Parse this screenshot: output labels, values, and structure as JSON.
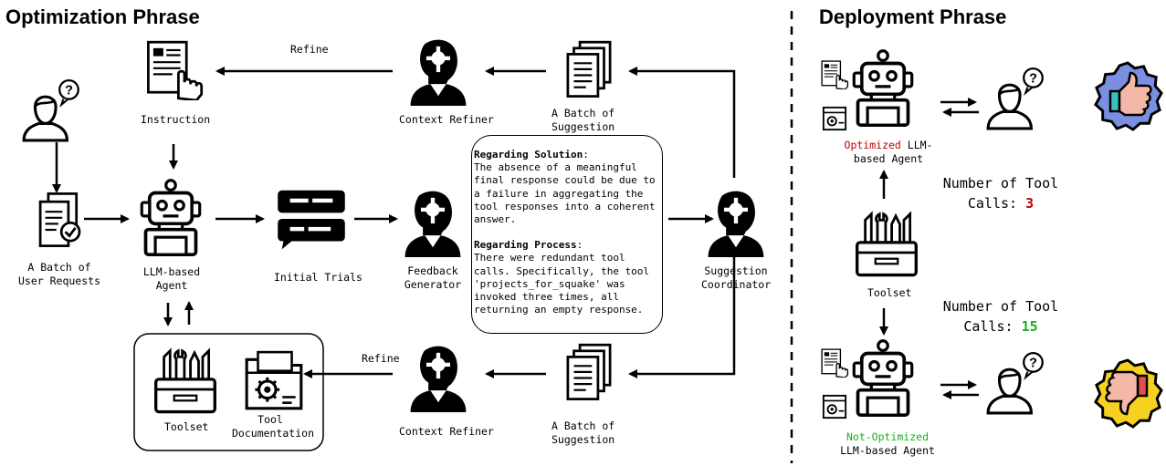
{
  "titles": {
    "optimization": "Optimization Phrase",
    "deployment": "Deployment Phrase"
  },
  "labels": {
    "refine_top": "Refine",
    "refine_bottom": "Refine",
    "instruction": "Instruction",
    "context_refiner_top": "Context Refiner",
    "batch_suggestion_top": [
      "A Batch of",
      "Suggestion"
    ],
    "batch_user_requests": [
      "A Batch of",
      "User Requests"
    ],
    "llm_agent": [
      "LLM-based",
      "Agent"
    ],
    "initial_trials": "Initial Trials",
    "feedback_generator": [
      "Feedback",
      "Generator"
    ],
    "suggestion_coordinator": [
      "Suggestion",
      "Coordinator"
    ],
    "toolset": "Toolset",
    "tool_documentation": [
      "Tool",
      "Documentation"
    ],
    "context_refiner_bottom": "Context Refiner",
    "batch_suggestion_bottom": [
      "A Batch of",
      "Suggestion"
    ]
  },
  "suggestion_text": {
    "solution_heading": "Regarding Solution",
    "solution_body": "The absence of a meaningful final response could be due to a failure in aggregating the tool responses into a coherent answer.",
    "process_heading": "Regarding Process",
    "process_body": "There were redundant tool calls. Specifically, the tool 'projects_for_squake' was invoked three times, all returning an empty response."
  },
  "deployment": {
    "optimized_prefix": "Optimized",
    "optimized_suffix": " LLM-",
    "optimized_line2": "based Agent",
    "toolset": "Toolset",
    "not_optimized": "Not-Optimized",
    "not_optimized_line2": "LLM-based Agent",
    "calls_top_line1": "Number of Tool",
    "calls_top_line2": "Calls: ",
    "calls_top_value": "3",
    "calls_bottom_line1": "Number of Tool",
    "calls_bottom_line2": "Calls: ",
    "calls_bottom_value": "15"
  },
  "colors": {
    "optimized": "#c00000",
    "not_optimized": "#1ab21a",
    "thumbs_up_badge": "#7b8fe0",
    "thumbs_down_badge": "#f5d21f"
  }
}
